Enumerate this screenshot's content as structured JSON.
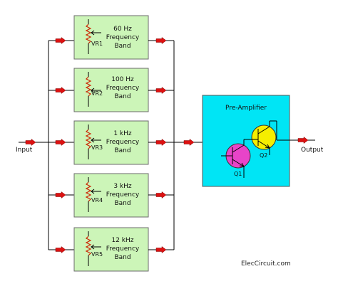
{
  "diagram": {
    "input_label": "Input",
    "output_label": "Output",
    "bands": [
      {
        "vr": "VR1",
        "line1": "60 Hz",
        "line2": "Frequency",
        "line3": "Band"
      },
      {
        "vr": "VR2",
        "line1": "100 Hz",
        "line2": "Frequency",
        "line3": "Band"
      },
      {
        "vr": "VR3",
        "line1": "1 kHz",
        "line2": "Frequency",
        "line3": "Band"
      },
      {
        "vr": "VR4",
        "line1": "3 kHz",
        "line2": "Frequency",
        "line3": "Band"
      },
      {
        "vr": "VR5",
        "line1": "12 kHz",
        "line2": "Frequency",
        "line3": "Band"
      }
    ],
    "preamp": {
      "title": "Pre-Amplifier",
      "q1": "Q1",
      "q2": "Q2"
    },
    "credit": "ElecCircuit.com",
    "colors": {
      "band_fill": "#ccf5b8",
      "preamp_fill": "#00e5f5",
      "arrow_fill": "#dd1111",
      "resistor": "#cc2200",
      "q1_fill": "#e844c8",
      "q2_fill": "#f5ee00"
    }
  }
}
